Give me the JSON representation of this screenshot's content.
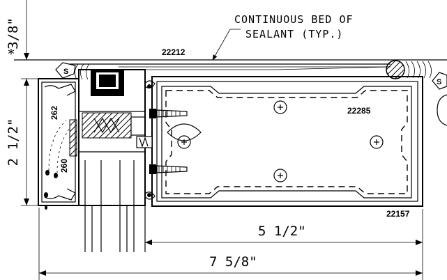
{
  "dimensions": {
    "top": "3/8\"",
    "height": "2 1/2\"",
    "inner_width": "5 1/2\"",
    "overall_width": "7 5/8\""
  },
  "notes": {
    "sealant_line1": "CONTINUOUS BED OF",
    "sealant_line2": "SEALANT (TYP.)",
    "asterisk": "*"
  },
  "parts": {
    "cap": "22212",
    "insert": "22285",
    "main": "22157",
    "upper_seal": "262",
    "lower_seal": "260"
  },
  "symbols": {
    "sealant_left": "S",
    "sealant_right": "S"
  }
}
